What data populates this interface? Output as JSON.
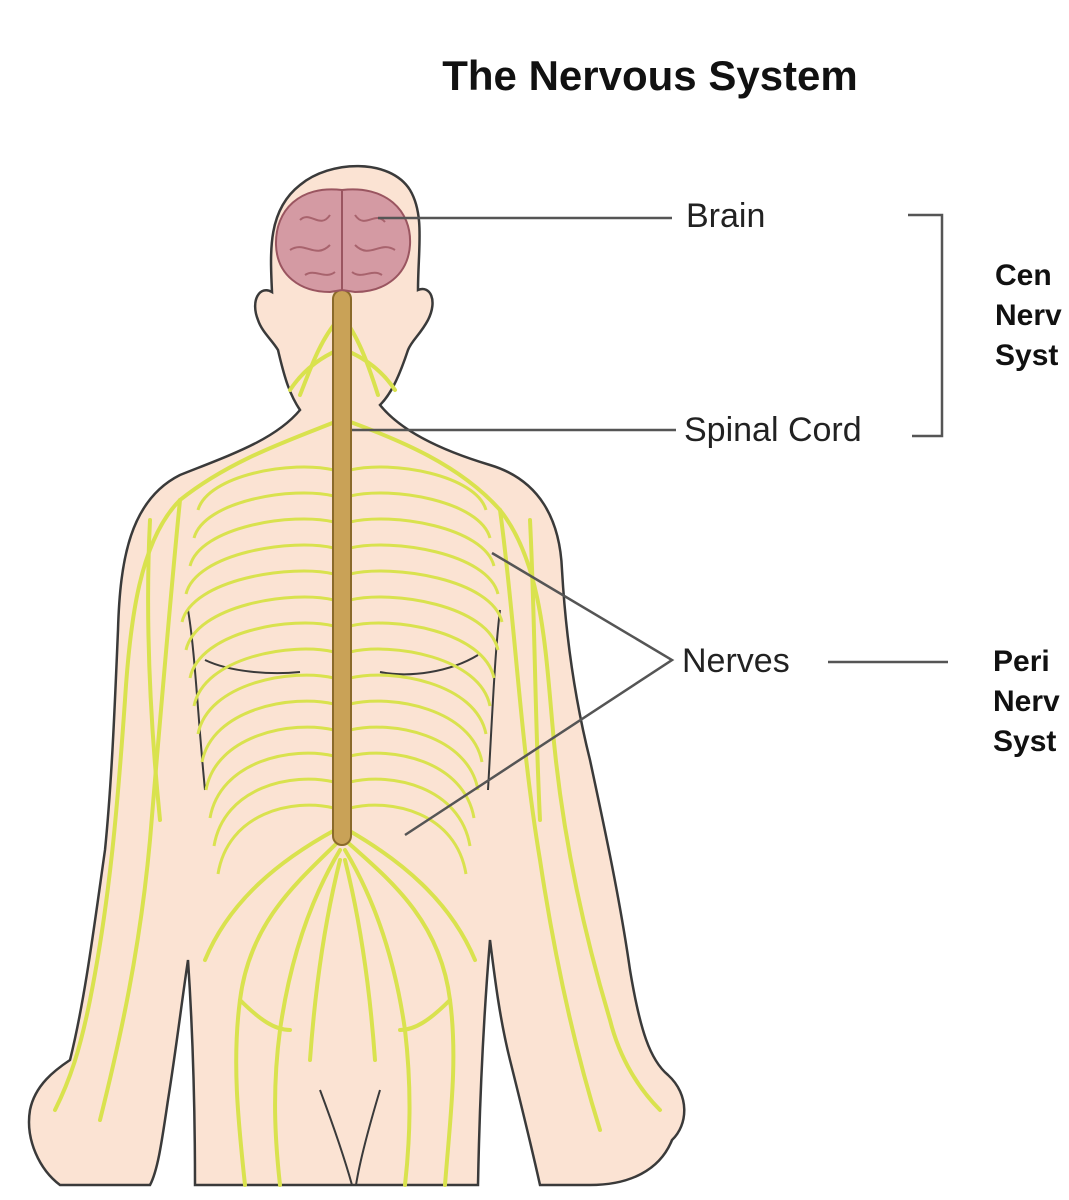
{
  "title": "The Nervous System",
  "labels": {
    "brain": "Brain",
    "spinal_cord": "Spinal Cord",
    "nerves": "Nerves"
  },
  "groups": {
    "central": "Cen\nNerv\nSyst",
    "peripheral": "Peri\nNerv\nSyst"
  },
  "colors": {
    "skin": "#fbe3d3",
    "skin_outline": "#3a3a3a",
    "nerve": "#d9e24e",
    "spinal_cord": "#c9a257",
    "brain": "#d49aa3",
    "leader_line": "#555555"
  }
}
